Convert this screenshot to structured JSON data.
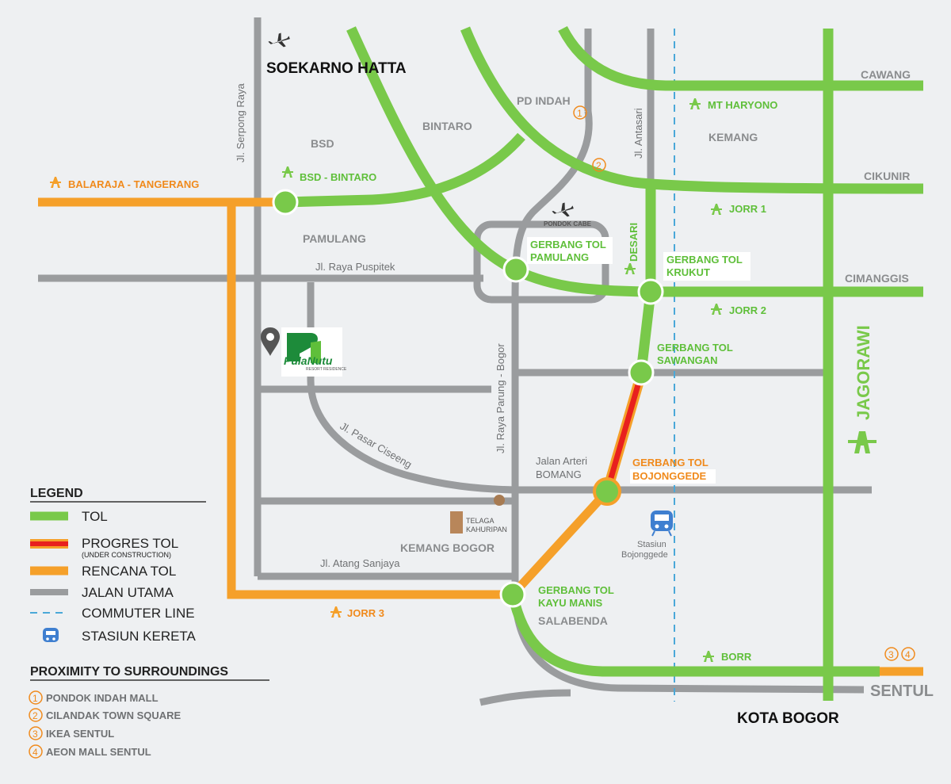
{
  "colors": {
    "toll": "#79c94a",
    "progress": "#e8201e",
    "plan": "#f5a02a",
    "main_road": "#9a9c9e",
    "commuter": "#4aa8d8",
    "station": "#3f7fd0",
    "background": "#eef0f2"
  },
  "places": {
    "soekarno_hatta": "SOEKARNO HATTA",
    "kota_bogor": "KOTA BOGOR",
    "bsd": "BSD",
    "bintaro": "BINTARO",
    "pd_indah": "PD INDAH",
    "kemang": "KEMANG",
    "pamulang": "PAMULANG",
    "kemang_bogor": "KEMANG BOGOR",
    "salabenda": "SALABENDA",
    "sentul": "SENTUL",
    "pondok_cabe": "PONDOK CABE",
    "jagorawi": "JAGORAWI",
    "telaga_1": "TELAGA",
    "telaga_2": "KAHURIPAN",
    "stasiun_1": "Stasiun",
    "stasiun_2": "Bojonggede"
  },
  "roads": {
    "serpong": "Jl. Serpong Raya",
    "antasari": "Jl. Antasari",
    "puspitek": "Jl. Raya Puspitek",
    "parung": "Jl. Raya Parung - Bogor",
    "ciseeng": "Jl. Pasar Ciseeng",
    "arteri_1": "Jalan Arteri",
    "arteri_2": "BOMANG",
    "atang": "Jl. Atang Sanjaya"
  },
  "toll_labels": {
    "cawang": "CAWANG",
    "mt_haryono": "MT HARYONO",
    "cikunir": "CIKUNIR",
    "jorr1": "JORR 1",
    "cimanggis": "CIMANGGIS",
    "jorr2": "JORR 2",
    "bsd_bintaro": "BSD - BINTARO",
    "desari": "DESARI",
    "borr": "BORR",
    "balaraja": "BALARAJA - TANGERANG",
    "jorr3": "JORR 3"
  },
  "gates": {
    "pamulang_1": "GERBANG TOL",
    "pamulang_2": "PAMULANG",
    "krukut_1": "GERBANG TOL",
    "krukut_2": "KRUKUT",
    "sawangan_1": "GERBANG TOL",
    "sawangan_2": "SAWANGAN",
    "bojonggede_1": "GERBANG TOL",
    "bojonggede_2": "BOJONGGEDE",
    "kayumanis_1": "GERBANG TOL",
    "kayumanis_2": "KAYU MANIS"
  },
  "markers": {
    "one": "1",
    "two": "2",
    "three": "3",
    "four": "4"
  },
  "logo": {
    "text": "PulaNutu",
    "sub": "RESORT RESIDENCE"
  },
  "legend": {
    "title": "LEGEND",
    "items": [
      {
        "label": "TOL"
      },
      {
        "label": "PROGRES TOL",
        "sub": "(UNDER CONSTRUCTION)"
      },
      {
        "label": "RENCANA TOL"
      },
      {
        "label": "JALAN UTAMA"
      },
      {
        "label": "COMMUTER LINE"
      },
      {
        "label": "STASIUN KERETA"
      }
    ]
  },
  "proximity": {
    "title": "PROXIMITY TO SURROUNDINGS",
    "items": [
      {
        "num": "1",
        "label": "PONDOK INDAH MALL"
      },
      {
        "num": "2",
        "label": "CILANDAK TOWN SQUARE"
      },
      {
        "num": "3",
        "label": "IKEA SENTUL"
      },
      {
        "num": "4",
        "label": "AEON MALL SENTUL"
      }
    ]
  }
}
